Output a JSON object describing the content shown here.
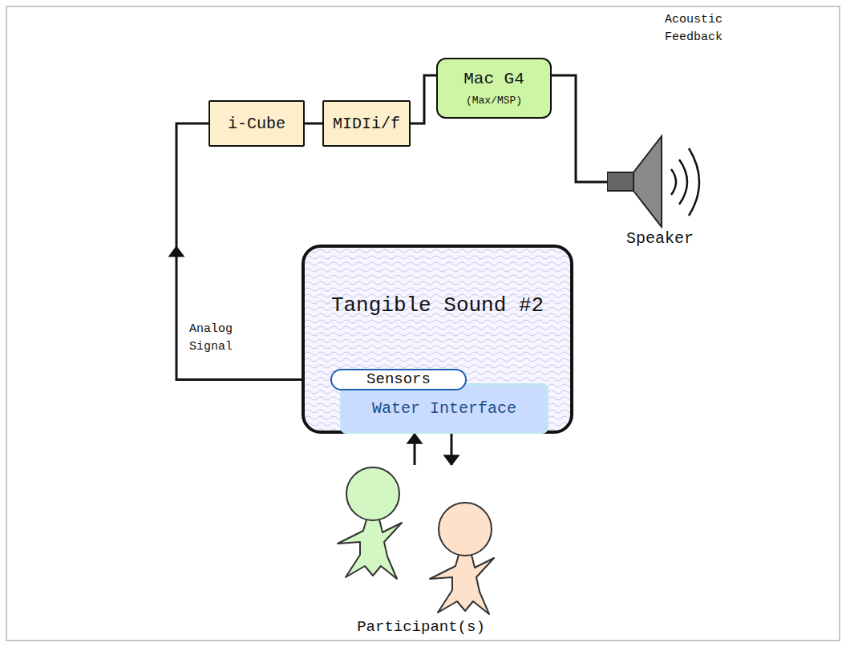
{
  "diagram": {
    "nodes": [
      {
        "text": [
          "i-Cube"
        ]
      },
      {
        "text": [
          "MIDIi/f"
        ]
      },
      {
        "text": [
          "Mac G4",
          "(Max/MSP)"
        ]
      },
      {
        "text": [
          "Speaker"
        ]
      },
      {
        "text": [
          "Tangible Sound #2"
        ]
      },
      {
        "text": [
          "Sensors"
        ],
        "in": 4
      },
      {
        "text": [
          "Water Interface"
        ],
        "in": 4
      },
      {
        "text": [
          "Participant(s)"
        ]
      }
    ],
    "edges": [
      {
        "from": 5,
        "to": 0,
        "arrow": "to",
        "label": "Analog Signal"
      },
      {
        "from": 0,
        "to": 1,
        "arrow": "none"
      },
      {
        "from": 1,
        "to": 2,
        "arrow": "none"
      },
      {
        "from": 2,
        "to": 3,
        "arrow": "none"
      },
      {
        "from": 7,
        "to": 6,
        "arrow": "to"
      },
      {
        "from": 6,
        "to": 7,
        "arrow": "to"
      }
    ],
    "labels": [
      "Acoustic Feedback"
    ]
  }
}
